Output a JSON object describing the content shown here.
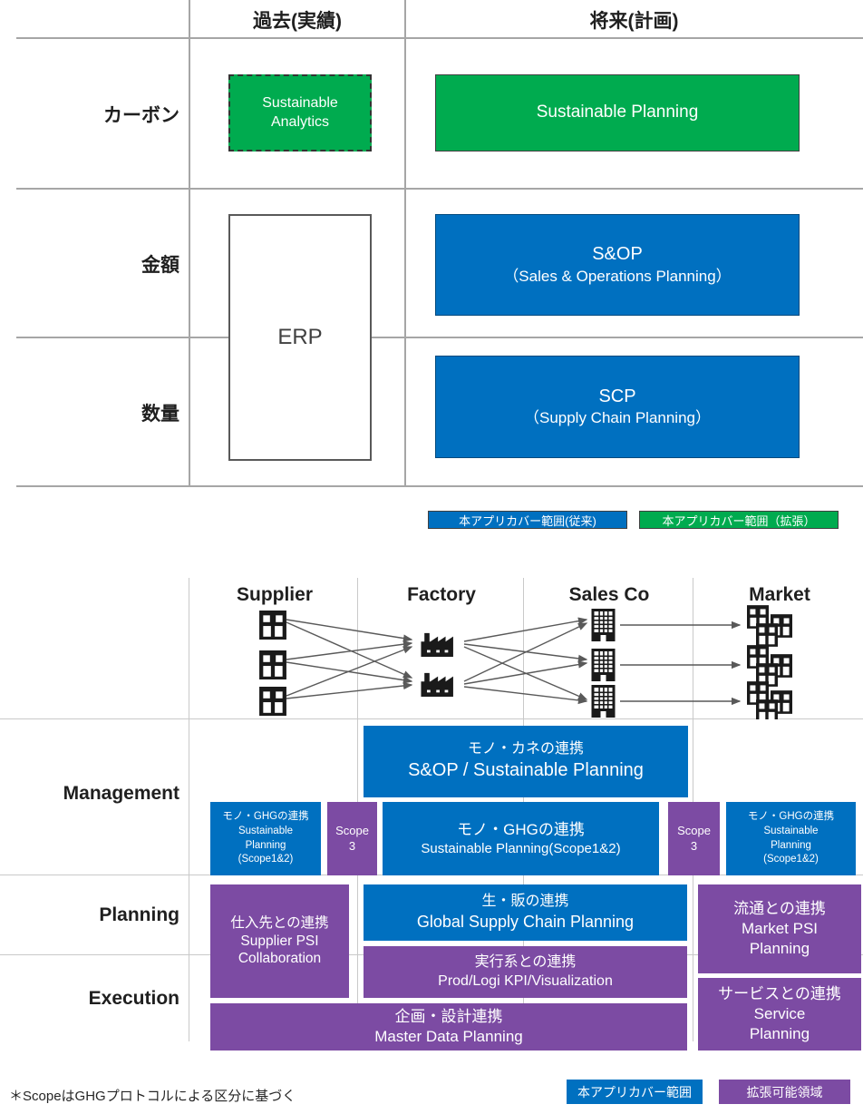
{
  "colors": {
    "blue": "#0070C0",
    "green": "#00AB4F",
    "purple": "#7C4BA3",
    "arrow": "#595959",
    "grid_dark": "#A6A6A6",
    "grid_light": "#C9C9C9"
  },
  "top_table": {
    "col_headers": [
      "過去(実績)",
      "将来(計画)"
    ],
    "row_headers": [
      "カーボン",
      "金額",
      "数量"
    ],
    "sustainable_analytics": {
      "l1": "Sustainable",
      "l2": "Analytics"
    },
    "sustainable_planning": "Sustainable Planning",
    "erp": "ERP",
    "sop": {
      "l1": "S&OP",
      "l2": "（Sales & Operations Planning）"
    },
    "scp": {
      "l1": "SCP",
      "l2": "（Supply Chain Planning）"
    }
  },
  "legend_top": {
    "conventional": "本アプリカバー範囲(従来)",
    "extended": "本アプリカバー範囲（拡張）"
  },
  "network": {
    "headers": [
      "Supplier",
      "Factory",
      "Sales Co",
      "Market"
    ],
    "icons": {
      "supplier": "store-building-icon",
      "factory": "factory-icon",
      "sales_co": "office-building-icon",
      "market": "buildings-cluster-icon"
    }
  },
  "matrix": {
    "row_labels": [
      "Management",
      "Planning",
      "Execution"
    ],
    "sop_sp": {
      "l1": "モノ・カネの連携",
      "l2": "S&OP / Sustainable Planning"
    },
    "ghg_side": {
      "l1": "モノ・GHGの連携",
      "l2": "Sustainable",
      "l3": "Planning",
      "l4": "(Scope1&2)"
    },
    "scope3": {
      "l1": "Scope",
      "l2": "3"
    },
    "ghg_center": {
      "l1": "モノ・GHGの連携",
      "l2": "Sustainable Planning(Scope1&2)"
    },
    "supplier_psi": {
      "l1": "仕入先との連携",
      "l2": "Supplier PSI",
      "l3": "Collaboration"
    },
    "gscp": {
      "l1": "生・販の連携",
      "l2": "Global Supply Chain Planning"
    },
    "prod_logi": {
      "l1": "実行系との連携",
      "l2": "Prod/Logi KPI/Visualization"
    },
    "market_psi": {
      "l1": "流通との連携",
      "l2": "Market PSI",
      "l3": "Planning"
    },
    "master_data": {
      "l1": "企画・設計連携",
      "l2": "Master Data Planning"
    },
    "service": {
      "l1": "サービスとの連携",
      "l2": "Service",
      "l3": "Planning"
    }
  },
  "footer": {
    "footnote": "＊ScopeはGHGプロトコルによる区分に基づく",
    "legend": {
      "covered": "本アプリカバー範囲",
      "expandable": "拡張可能領域"
    }
  }
}
